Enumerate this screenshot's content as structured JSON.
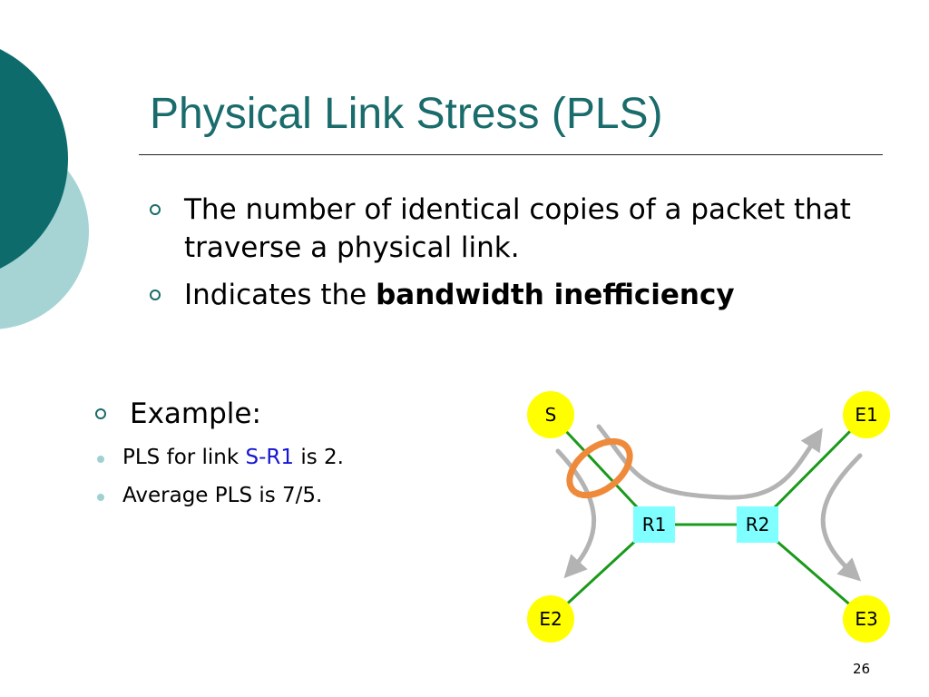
{
  "slide": {
    "title": "Physical Link Stress (PLS)",
    "page_number": "26"
  },
  "bullets": [
    {
      "text": "The number of identical copies of a packet that traverse a physical link."
    },
    {
      "prefix": "Indicates the ",
      "bold": "bandwidth inefficiency"
    }
  ],
  "example": {
    "heading": "Example:",
    "items": [
      {
        "prefix": "PLS for link ",
        "highlight": "S-R1",
        "suffix": " is 2."
      },
      {
        "text": "Average PLS is 7/5."
      }
    ]
  },
  "diagram": {
    "nodes": {
      "s": "S",
      "e1": "E1",
      "e2": "E2",
      "e3": "E3",
      "r1": "R1",
      "r2": "R2"
    },
    "colors": {
      "end_node": "#ffff00",
      "router": "#7fffff",
      "link": "#1a9a1a",
      "flow_arrow": "#b3b3b3",
      "highlight_ring": "#ef8a3a",
      "accent": "#1a6b6b"
    }
  }
}
